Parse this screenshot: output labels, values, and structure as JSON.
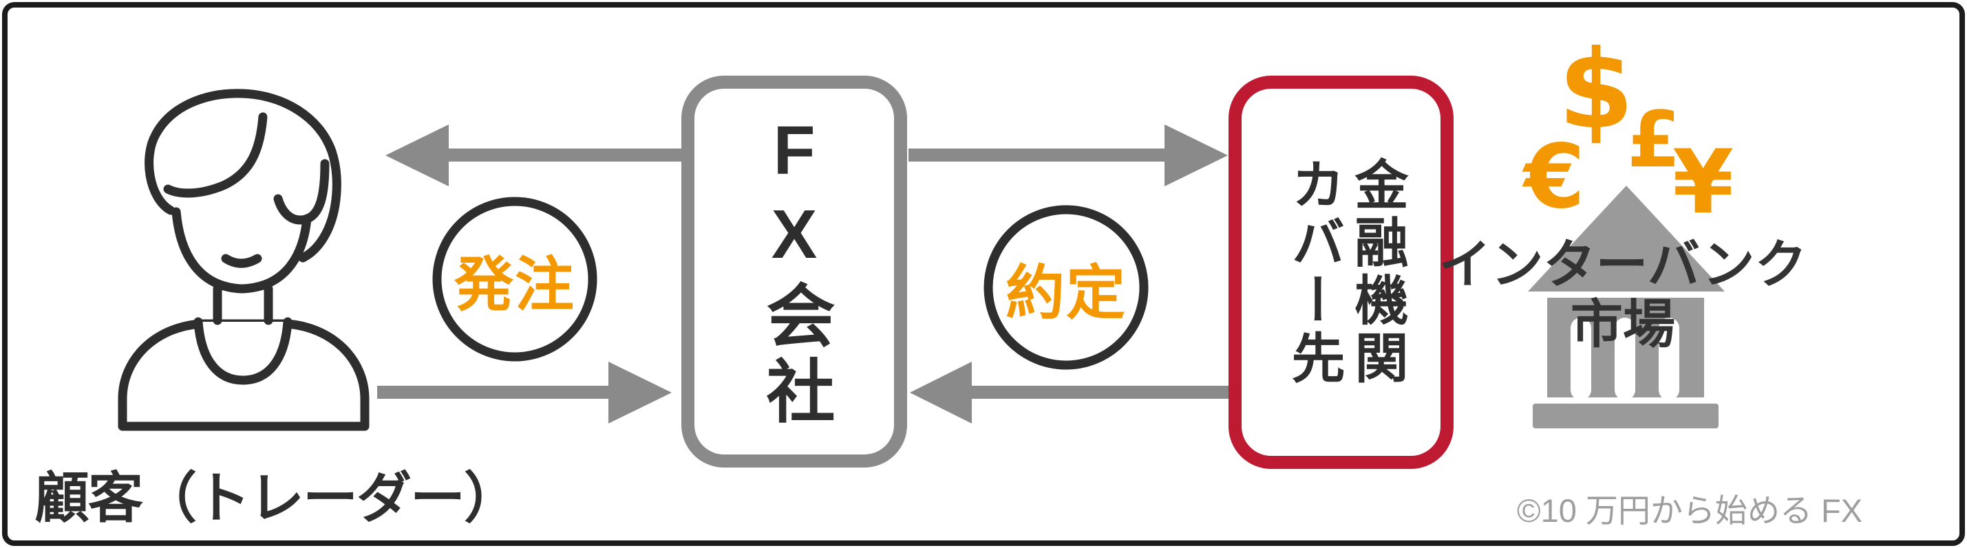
{
  "diagram": {
    "customer_label": "顧客（トレーダー）",
    "fx_company_label": "FX会社",
    "cover_box": {
      "line1": "金融機関",
      "line2": "カバー先"
    },
    "order_badge": "発注",
    "execution_badge": "約定",
    "interbank": {
      "line1": "インターバンク",
      "line2": "市場"
    },
    "currencies": {
      "dollar": "$",
      "euro": "€",
      "pound": "£",
      "yen": "¥"
    },
    "watermark": "©10 万円から始める FX",
    "colors": {
      "accent_orange": "#F39800",
      "cover_border_red": "#BE1B32",
      "arrow_gray": "#8A8A8A",
      "ink_dark": "#2E2E2E",
      "bank_gray": "#9A9A9A",
      "watermark_gray": "#9E9E9E"
    }
  }
}
